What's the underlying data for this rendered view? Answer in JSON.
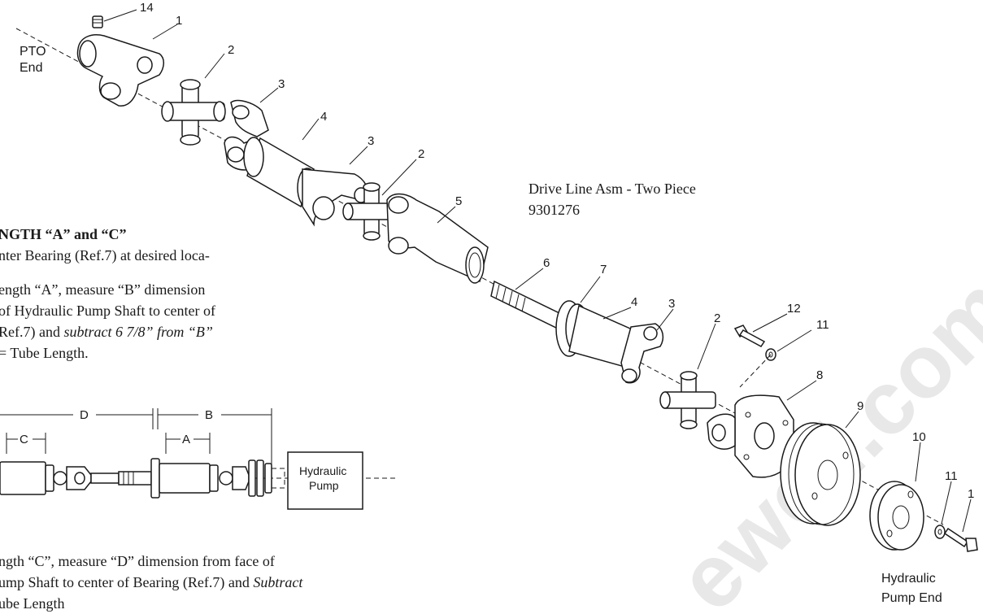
{
  "title": "Drive Line Asm - Two Piece",
  "part_number": "9301276",
  "end_labels": {
    "pto_line1": "PTO",
    "pto_line2": "End",
    "pump_line1": "Hydraulic",
    "pump_line2": "Pump End"
  },
  "callouts": [
    "14",
    "1",
    "2",
    "3",
    "4",
    "3",
    "2",
    "5",
    "6",
    "7",
    "4",
    "3",
    "2",
    "12",
    "11",
    "8",
    "9",
    "10",
    "11",
    "1"
  ],
  "instructions": {
    "heading_a": "NGTH ",
    "heading_b": "“A” and “C”",
    "line1": "nter Bearing (Ref.7) at desired loca-",
    "line2": "ength “A”, measure “B” dimension",
    "line3": "of Hydraulic Pump Shaft to center of",
    "line4a": "Ref.7) and ",
    "line4b": "subtract 6 7/8” from “B”",
    "line5": " = Tube Length.",
    "line6": "ngth “C”, measure “D” dimension from face of",
    "line7a": "ump Shaft to center of Bearing (Ref.7) and ",
    "line7b": "Subtract",
    "line8": "ube Length"
  },
  "dimension_diagram": {
    "labels": {
      "d": "D",
      "b": "B",
      "c": "C",
      "a": "A"
    },
    "pump_box_line1": "Hydraulic",
    "pump_box_line2": "Pump"
  },
  "watermark": "ewell.com"
}
